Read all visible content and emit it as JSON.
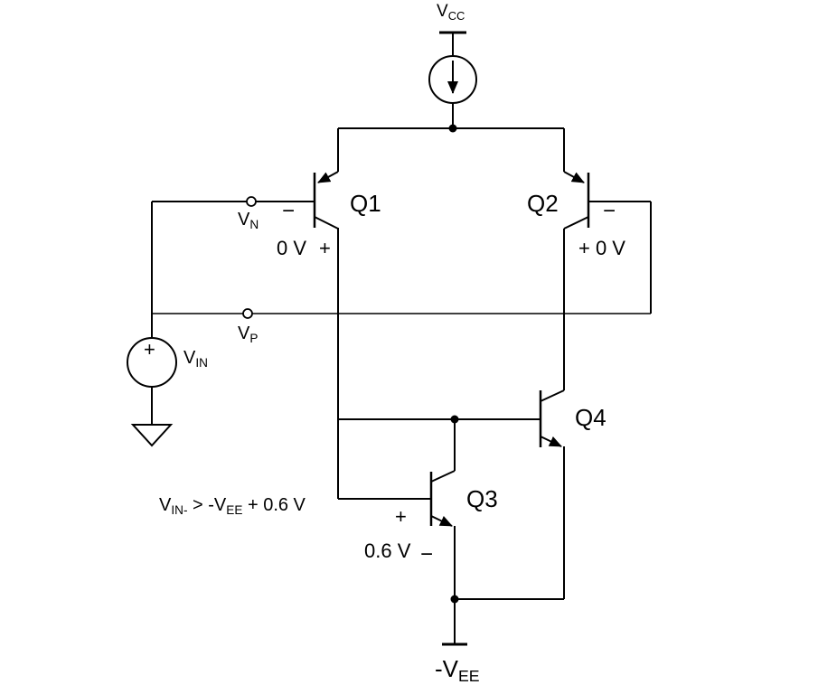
{
  "title": "BJT differential input stage schematic",
  "colors": {
    "background": "#ffffff",
    "wire": "#000000",
    "text": "#000000"
  },
  "labels": {
    "vcc": {
      "main": "V",
      "sub": "CC"
    },
    "vn": {
      "main": "V",
      "sub": "N"
    },
    "vp": {
      "main": "V",
      "sub": "P"
    },
    "vin": {
      "main": "V",
      "sub": "IN"
    },
    "vee": {
      "main": "-V",
      "sub": "EE"
    },
    "q1": "Q1",
    "q2": "Q2",
    "q3": "Q3",
    "q4": "Q4",
    "q1_minus": "−",
    "q1_value": "0 V",
    "q1_plus": "+",
    "q2_minus": "−",
    "q2_value": "+ 0 V",
    "q3_plus": "+",
    "q3_value": "0.6 V",
    "q3_minus": "−",
    "vin_plus": "+",
    "condition": {
      "p1": "V",
      "s1": "IN-",
      "p2": " > -V",
      "s2": "EE",
      "p3": " + 0.6 V"
    }
  }
}
